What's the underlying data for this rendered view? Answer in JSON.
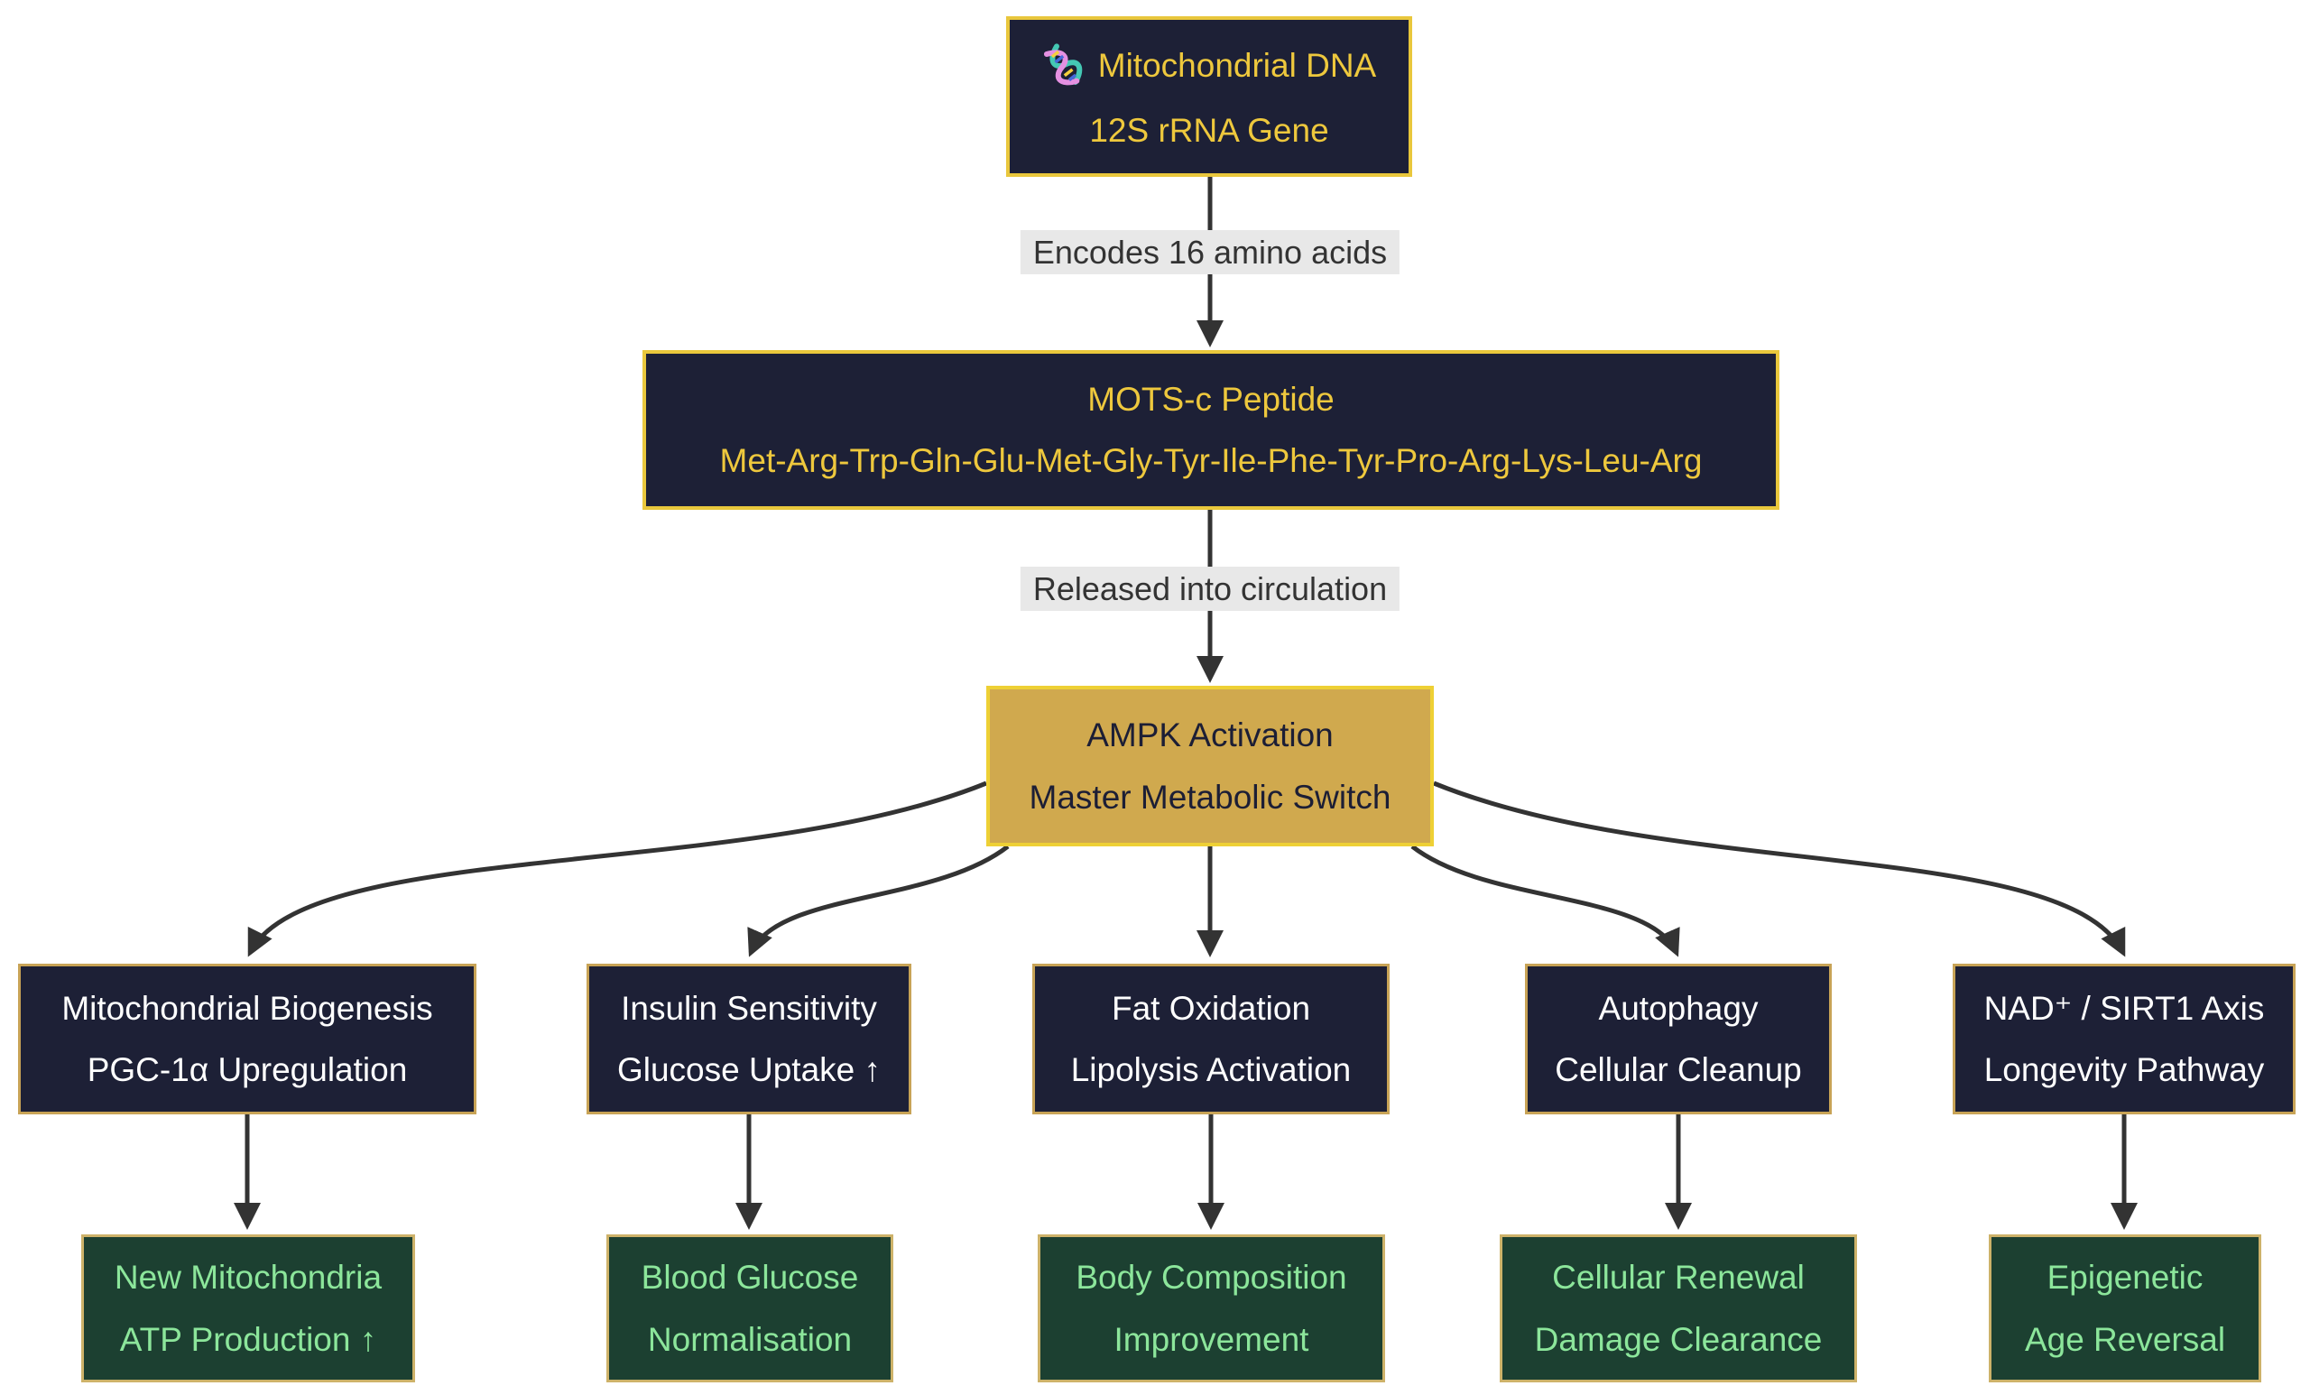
{
  "diagram": {
    "type": "flowchart",
    "direction": "top-down",
    "colors": {
      "background": "#ffffff",
      "node_fill": "#1d2036",
      "node_border": "#e9c73c",
      "node_text_gold": "#eec83d",
      "ampk_fill": "#d0a94e",
      "ampk_border": "#eed035",
      "ampk_text": "#1c1e35",
      "branch_border": "#c8a356",
      "branch_text": "#ffffff",
      "outcome_fill": "#1c4031",
      "outcome_border": "#cdb269",
      "outcome_text": "#8ce69b",
      "edge_stroke": "#333333",
      "edge_label_bg": "#e8e8e8",
      "edge_label_text": "#333333"
    },
    "nodes": {
      "mito_dna": {
        "icon": "dna-icon",
        "line1": "Mitochondrial DNA",
        "line2": "12S rRNA Gene"
      },
      "mots_c": {
        "line1": "MOTS-c Peptide",
        "line2": "Met-Arg-Trp-Gln-Glu-Met-Gly-Tyr-Ile-Phe-Tyr-Pro-Arg-Lys-Leu-Arg"
      },
      "ampk": {
        "line1": "AMPK Activation",
        "line2": "Master Metabolic Switch"
      },
      "branches": [
        {
          "line1": "Mitochondrial Biogenesis",
          "line2": "PGC-1α Upregulation"
        },
        {
          "line1": "Insulin Sensitivity",
          "line2": "Glucose Uptake ↑"
        },
        {
          "line1": "Fat Oxidation",
          "line2": "Lipolysis Activation"
        },
        {
          "line1": "Autophagy",
          "line2": "Cellular Cleanup"
        },
        {
          "line1": "NAD⁺ / SIRT1 Axis",
          "line2": "Longevity Pathway"
        }
      ],
      "outcomes": [
        {
          "line1": "New Mitochondria",
          "line2": "ATP Production ↑"
        },
        {
          "line1": "Blood Glucose",
          "line2": "Normalisation"
        },
        {
          "line1": "Body Composition",
          "line2": "Improvement"
        },
        {
          "line1": "Cellular Renewal",
          "line2": "Damage Clearance"
        },
        {
          "line1": "Epigenetic",
          "line2": "Age Reversal"
        }
      ]
    },
    "edge_labels": {
      "encodes": "Encodes 16 amino acids",
      "released": "Released into circulation"
    }
  }
}
